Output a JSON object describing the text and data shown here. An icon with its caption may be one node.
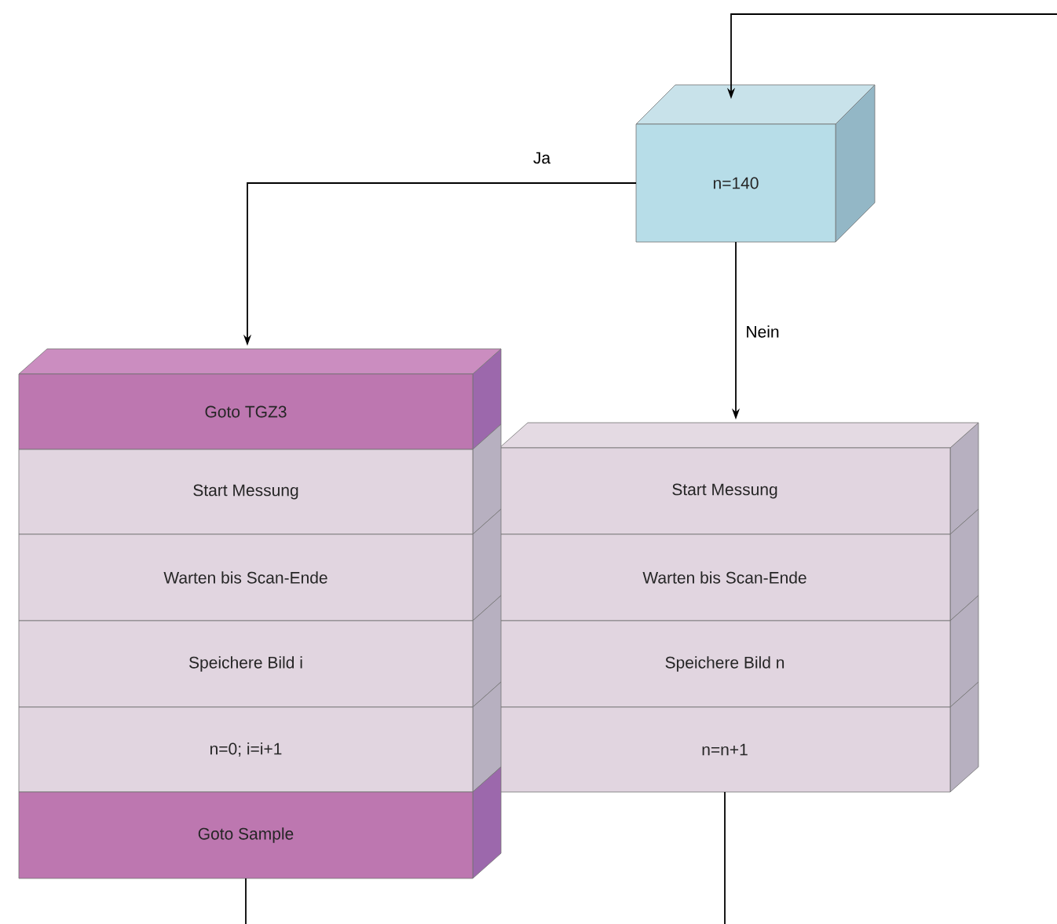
{
  "diagram": {
    "nodes": [
      {
        "text": [
          "n=140"
        ]
      },
      {
        "text": [
          "Goto TGZ3"
        ]
      },
      {
        "text": [
          "Start Messung"
        ]
      },
      {
        "text": [
          "Warten bis Scan-Ende"
        ]
      },
      {
        "text": [
          "Speichere Bild i"
        ]
      },
      {
        "text": [
          "n=0; i=i+1"
        ]
      },
      {
        "text": [
          "Goto Sample"
        ]
      },
      {
        "text": [
          "Start Messung"
        ]
      },
      {
        "text": [
          "Warten bis Scan-Ende"
        ]
      },
      {
        "text": [
          "Speichere Bild n"
        ]
      },
      {
        "text": [
          "n=n+1"
        ]
      }
    ],
    "edges": [
      {
        "from": null,
        "to": 0,
        "arrow": "to"
      },
      {
        "from": 0,
        "to": 1,
        "arrow": "to",
        "label": "Ja"
      },
      {
        "from": 0,
        "to": 7,
        "arrow": "to",
        "label": "Nein"
      },
      {
        "from": 6,
        "to": null,
        "arrow": "none"
      },
      {
        "from": 10,
        "to": null,
        "arrow": "none"
      }
    ]
  }
}
